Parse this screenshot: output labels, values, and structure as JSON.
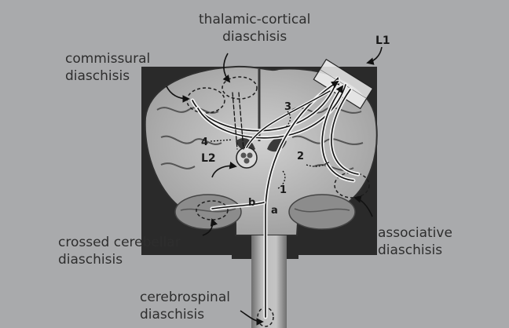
{
  "colors": {
    "background": "#a9aaac",
    "label_text": "#2e2e2e",
    "tract_line": "#111111",
    "highlight": "#f4f4f4"
  },
  "labels": {
    "thalamic_cortical": [
      "thalamic-cortical",
      "diaschisis"
    ],
    "commissural": [
      "commissural",
      "diaschisis"
    ],
    "crossed_cerebellar": [
      "crossed cerebellar",
      "diaschisis"
    ],
    "associative": [
      "associative",
      "diaschisis"
    ],
    "cerebrospinal": [
      "cerebrospinal",
      "diaschisis"
    ]
  },
  "markers": {
    "lesion_1": "L1",
    "lesion_2": "L2",
    "path_1": "1",
    "path_2": "2",
    "path_3": "3",
    "path_4": "4",
    "path_a": "a",
    "path_b": "b"
  }
}
